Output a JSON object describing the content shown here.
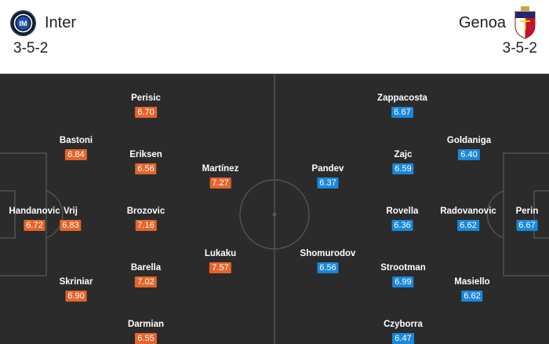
{
  "home": {
    "name": "Inter",
    "formation": "3-5-2",
    "logo": "inter-crest-icon",
    "color": "#e4652b",
    "players": [
      {
        "name": "Handanovic",
        "rating": "6.72"
      },
      {
        "name": "Bastoni",
        "rating": "6.84"
      },
      {
        "name": "Vrij",
        "rating": "6.83"
      },
      {
        "name": "Skriniar",
        "rating": "6.90"
      },
      {
        "name": "Perisic",
        "rating": "6.70"
      },
      {
        "name": "Eriksen",
        "rating": "6.56"
      },
      {
        "name": "Brozovic",
        "rating": "7.16"
      },
      {
        "name": "Barella",
        "rating": "7.02"
      },
      {
        "name": "Darmian",
        "rating": "6.55"
      },
      {
        "name": "Martínez",
        "rating": "7.27"
      },
      {
        "name": "Lukaku",
        "rating": "7.57"
      }
    ]
  },
  "away": {
    "name": "Genoa",
    "formation": "3-5-2",
    "logo": "genoa-crest-icon",
    "color": "#1b88d9",
    "players": [
      {
        "name": "Perin",
        "rating": "6.67"
      },
      {
        "name": "Goldaniga",
        "rating": "6.40"
      },
      {
        "name": "Radovanovic",
        "rating": "6.62"
      },
      {
        "name": "Masiello",
        "rating": "6.62"
      },
      {
        "name": "Zappacosta",
        "rating": "6.67"
      },
      {
        "name": "Zajc",
        "rating": "6.59"
      },
      {
        "name": "Rovella",
        "rating": "6.36"
      },
      {
        "name": "Strootman",
        "rating": "6.99"
      },
      {
        "name": "Czyborra",
        "rating": "6.47"
      },
      {
        "name": "Pandev",
        "rating": "6.37"
      },
      {
        "name": "Shomurodov",
        "rating": "6.56"
      }
    ]
  }
}
